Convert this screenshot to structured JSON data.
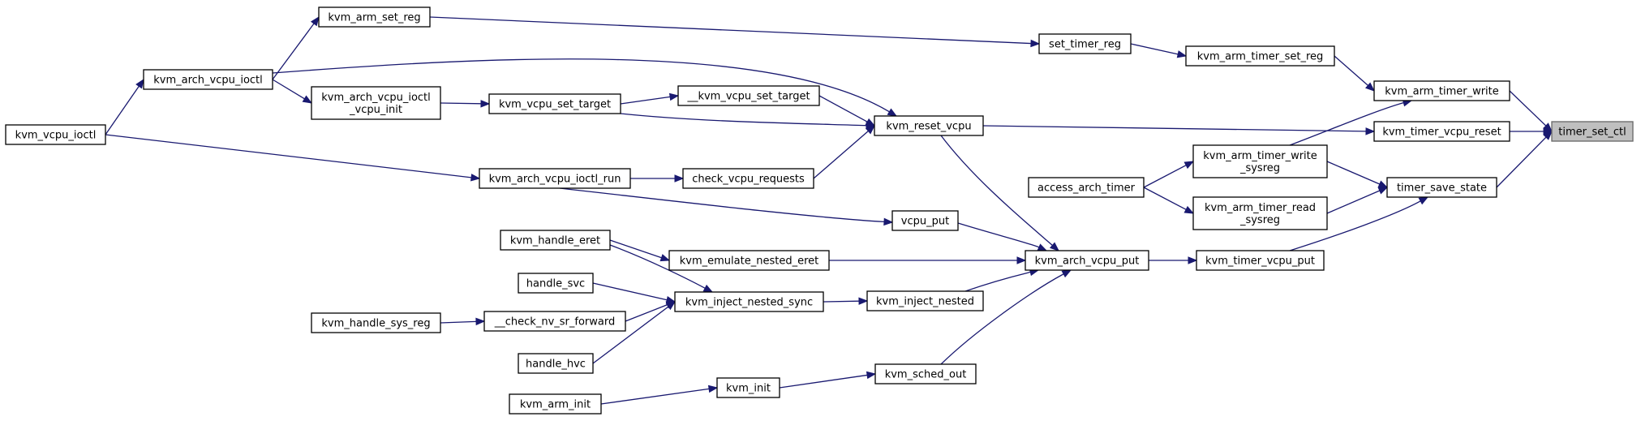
{
  "colors": {
    "edge": "#191970",
    "node_fill": "#ffffff",
    "node_border": "#000000",
    "target_fill": "#bfbfbf",
    "target_border": "#666666"
  },
  "nodes": [
    {
      "id": "timer_set_ctl",
      "lines": [
        "timer_set_ctl"
      ],
      "target": true
    },
    {
      "id": "kvm_arm_timer_write",
      "lines": [
        "kvm_arm_timer_write"
      ]
    },
    {
      "id": "kvm_timer_vcpu_reset",
      "lines": [
        "kvm_timer_vcpu_reset"
      ]
    },
    {
      "id": "timer_save_state",
      "lines": [
        "timer_save_state"
      ]
    },
    {
      "id": "kvm_arm_timer_set_reg",
      "lines": [
        "kvm_arm_timer_set_reg"
      ]
    },
    {
      "id": "kvm_arm_timer_write_sysreg",
      "lines": [
        "kvm_arm_timer_write",
        "_sysreg"
      ]
    },
    {
      "id": "kvm_arm_timer_read_sysreg",
      "lines": [
        "kvm_arm_timer_read",
        "_sysreg"
      ]
    },
    {
      "id": "kvm_timer_vcpu_put",
      "lines": [
        "kvm_timer_vcpu_put"
      ]
    },
    {
      "id": "set_timer_reg",
      "lines": [
        "set_timer_reg"
      ]
    },
    {
      "id": "access_arch_timer",
      "lines": [
        "access_arch_timer"
      ]
    },
    {
      "id": "kvm_reset_vcpu",
      "lines": [
        "kvm_reset_vcpu"
      ]
    },
    {
      "id": "kvm_arch_vcpu_put",
      "lines": [
        "kvm_arch_vcpu_put"
      ]
    },
    {
      "id": "kvm_arm_set_reg",
      "lines": [
        "kvm_arm_set_reg"
      ]
    },
    {
      "id": "__kvm_vcpu_set_target",
      "lines": [
        "__kvm_vcpu_set_target"
      ]
    },
    {
      "id": "check_vcpu_requests",
      "lines": [
        "check_vcpu_requests"
      ]
    },
    {
      "id": "vcpu_put",
      "lines": [
        "vcpu_put"
      ]
    },
    {
      "id": "kvm_emulate_nested_eret",
      "lines": [
        "kvm_emulate_nested_eret"
      ]
    },
    {
      "id": "kvm_inject_nested",
      "lines": [
        "kvm_inject_nested"
      ]
    },
    {
      "id": "kvm_sched_out",
      "lines": [
        "kvm_sched_out"
      ]
    },
    {
      "id": "kvm_arch_vcpu_ioctl",
      "lines": [
        "kvm_arch_vcpu_ioctl"
      ]
    },
    {
      "id": "kvm_vcpu_set_target",
      "lines": [
        "kvm_vcpu_set_target"
      ]
    },
    {
      "id": "kvm_arch_vcpu_ioctl_run",
      "lines": [
        "kvm_arch_vcpu_ioctl_run"
      ]
    },
    {
      "id": "kvm_inject_nested_sync",
      "lines": [
        "kvm_inject_nested_sync"
      ]
    },
    {
      "id": "kvm_init",
      "lines": [
        "kvm_init"
      ]
    },
    {
      "id": "kvm_arch_vcpu_ioctl_vcpu_init",
      "lines": [
        "kvm_arch_vcpu_ioctl",
        "_vcpu_init"
      ]
    },
    {
      "id": "kvm_handle_eret",
      "lines": [
        "kvm_handle_eret"
      ]
    },
    {
      "id": "handle_svc",
      "lines": [
        "handle_svc"
      ]
    },
    {
      "id": "__check_nv_sr_forward",
      "lines": [
        "__check_nv_sr_forward"
      ]
    },
    {
      "id": "handle_hvc",
      "lines": [
        "handle_hvc"
      ]
    },
    {
      "id": "kvm_arm_init",
      "lines": [
        "kvm_arm_init"
      ]
    },
    {
      "id": "kvm_vcpu_ioctl",
      "lines": [
        "kvm_vcpu_ioctl"
      ]
    },
    {
      "id": "kvm_handle_sys_reg",
      "lines": [
        "kvm_handle_sys_reg"
      ]
    }
  ],
  "edges": [
    {
      "from": "kvm_arm_timer_write",
      "to": "timer_set_ctl"
    },
    {
      "from": "kvm_timer_vcpu_reset",
      "to": "timer_set_ctl"
    },
    {
      "from": "timer_save_state",
      "to": "timer_set_ctl"
    },
    {
      "from": "kvm_arm_timer_set_reg",
      "to": "kvm_arm_timer_write"
    },
    {
      "from": "kvm_arm_timer_write_sysreg",
      "to": "kvm_arm_timer_write"
    },
    {
      "from": "kvm_arm_timer_write_sysreg",
      "to": "timer_save_state"
    },
    {
      "from": "kvm_arm_timer_read_sysreg",
      "to": "timer_save_state"
    },
    {
      "from": "kvm_timer_vcpu_put",
      "to": "timer_save_state"
    },
    {
      "from": "set_timer_reg",
      "to": "kvm_arm_timer_set_reg"
    },
    {
      "from": "access_arch_timer",
      "to": "kvm_arm_timer_write_sysreg"
    },
    {
      "from": "access_arch_timer",
      "to": "kvm_arm_timer_read_sysreg"
    },
    {
      "from": "kvm_reset_vcpu",
      "to": "kvm_timer_vcpu_reset"
    },
    {
      "from": "kvm_arch_vcpu_put",
      "to": "kvm_timer_vcpu_put"
    },
    {
      "from": "kvm_arm_set_reg",
      "to": "set_timer_reg"
    },
    {
      "from": "__kvm_vcpu_set_target",
      "to": "kvm_reset_vcpu"
    },
    {
      "from": "check_vcpu_requests",
      "to": "kvm_reset_vcpu"
    },
    {
      "from": "vcpu_put",
      "to": "kvm_arch_vcpu_put"
    },
    {
      "from": "kvm_emulate_nested_eret",
      "to": "kvm_arch_vcpu_put"
    },
    {
      "from": "kvm_inject_nested",
      "to": "kvm_arch_vcpu_put"
    },
    {
      "from": "kvm_sched_out",
      "to": "kvm_arch_vcpu_put"
    },
    {
      "from": "kvm_reset_vcpu",
      "to": "kvm_arch_vcpu_put"
    },
    {
      "from": "kvm_arch_vcpu_ioctl",
      "to": "kvm_arm_set_reg"
    },
    {
      "from": "kvm_arch_vcpu_ioctl",
      "to": "kvm_reset_vcpu"
    },
    {
      "from": "kvm_vcpu_set_target",
      "to": "__kvm_vcpu_set_target"
    },
    {
      "from": "kvm_vcpu_set_target",
      "to": "kvm_reset_vcpu"
    },
    {
      "from": "kvm_arch_vcpu_ioctl_run",
      "to": "check_vcpu_requests"
    },
    {
      "from": "kvm_arch_vcpu_ioctl_run",
      "to": "vcpu_put"
    },
    {
      "from": "kvm_inject_nested_sync",
      "to": "kvm_inject_nested"
    },
    {
      "from": "kvm_init",
      "to": "kvm_sched_out"
    },
    {
      "from": "kvm_arch_vcpu_ioctl",
      "to": "kvm_arch_vcpu_ioctl_vcpu_init"
    },
    {
      "from": "kvm_arch_vcpu_ioctl_vcpu_init",
      "to": "kvm_vcpu_set_target"
    },
    {
      "from": "kvm_handle_eret",
      "to": "kvm_emulate_nested_eret"
    },
    {
      "from": "kvm_handle_eret",
      "to": "kvm_inject_nested_sync"
    },
    {
      "from": "handle_svc",
      "to": "kvm_inject_nested_sync"
    },
    {
      "from": "__check_nv_sr_forward",
      "to": "kvm_inject_nested_sync"
    },
    {
      "from": "handle_hvc",
      "to": "kvm_inject_nested_sync"
    },
    {
      "from": "kvm_arm_init",
      "to": "kvm_init"
    },
    {
      "from": "kvm_vcpu_ioctl",
      "to": "kvm_arch_vcpu_ioctl"
    },
    {
      "from": "kvm_vcpu_ioctl",
      "to": "kvm_arch_vcpu_ioctl_run"
    },
    {
      "from": "kvm_handle_sys_reg",
      "to": "__check_nv_sr_forward"
    }
  ]
}
